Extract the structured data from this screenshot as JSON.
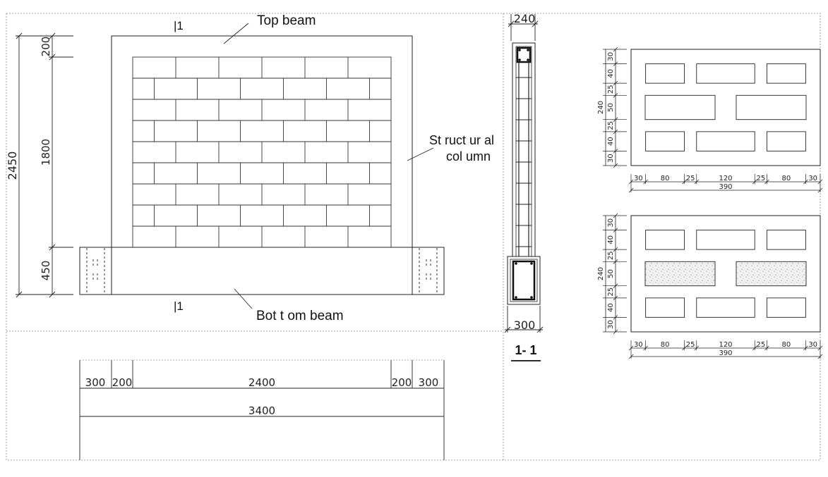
{
  "elevation": {
    "section_mark_top": "|1",
    "section_mark_bottom": "|1",
    "top_beam_label": "Top beam",
    "structural_column_label_line1": "St ruct ur al",
    "structural_column_label_line2": "col umn",
    "bottom_beam_label": "Bot t om beam",
    "dim_total_height": "2450",
    "dim_top_beam": "200",
    "dim_masonry": "1800",
    "dim_bottom_beam": "450"
  },
  "plan_dims": {
    "seg_300_left": "300",
    "seg_200_left": "200",
    "seg_2400": "2400",
    "seg_200_right": "200",
    "seg_300_right": "300",
    "total": "3400"
  },
  "section": {
    "dim_width_top": "240",
    "dim_width_bottom": "300",
    "title": "1- 1"
  },
  "block_top": {
    "v_total": "240",
    "v_dims": [
      "30",
      "40",
      "25",
      "50",
      "25",
      "40",
      "30"
    ],
    "h_dims": [
      "30",
      "80",
      "25",
      "120",
      "25",
      "80",
      "30"
    ],
    "h_total": "390"
  },
  "block_bottom": {
    "v_total": "240",
    "v_dims": [
      "30",
      "40",
      "25",
      "50",
      "25",
      "40",
      "30"
    ],
    "h_dims": [
      "30",
      "80",
      "25",
      "120",
      "25",
      "80",
      "30"
    ],
    "h_total": "390"
  }
}
